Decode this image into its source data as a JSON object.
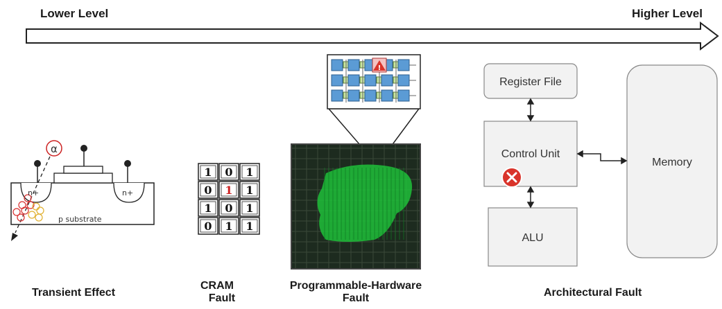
{
  "header": {
    "lower_level": "Lower Level",
    "higher_level": "Higher Level"
  },
  "transient": {
    "alpha_symbol": "α",
    "n_plus_left": "n+",
    "n_plus_right": "n+",
    "substrate": "p substrate",
    "caption": "Transient Effect"
  },
  "cram": {
    "grid": [
      [
        "1",
        "0",
        "1"
      ],
      [
        "0",
        "1",
        "1"
      ],
      [
        "1",
        "0",
        "1"
      ],
      [
        "0",
        "1",
        "1"
      ]
    ],
    "flipped_cell": [
      1,
      1
    ],
    "flipped_color": "#cc2222",
    "caption_line1": "CRAM",
    "caption_line2": "Fault"
  },
  "programmable": {
    "caption_line1": "Programmable-Hardware",
    "caption_line2": "Fault",
    "warning_symbol": "!"
  },
  "architecture": {
    "register_file": "Register File",
    "control_unit": "Control Unit",
    "alu": "ALU",
    "memory": "Memory",
    "caption": "Architectural Fault",
    "error_color": "#d9342b"
  },
  "colors": {
    "box_fill": "#f2f2f2",
    "box_stroke": "#888888",
    "fpga_green": "#1fbf3a",
    "tile_blue": "#5b9bd5",
    "tile_green": "#c8e6a0"
  }
}
